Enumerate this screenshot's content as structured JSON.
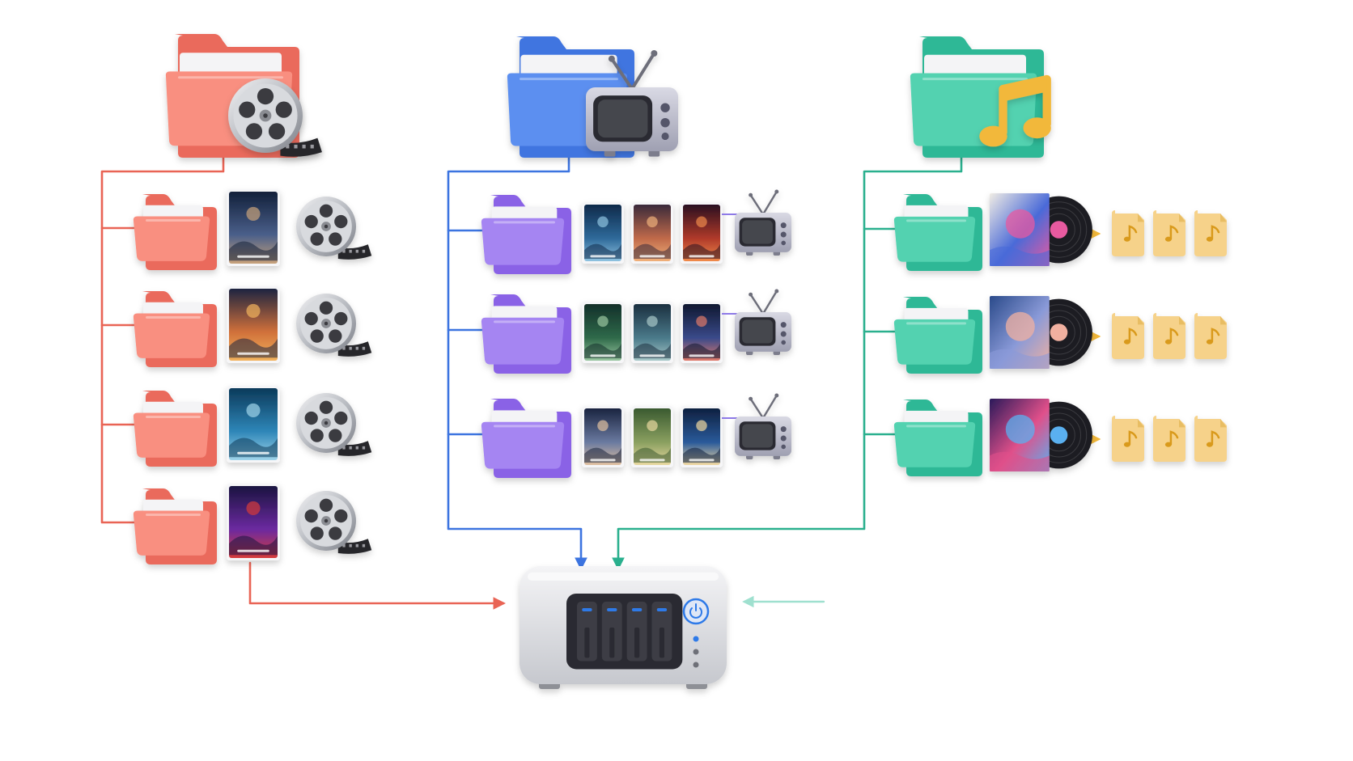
{
  "columns": [
    {
      "id": "movies",
      "folder_icon": "film-reel-icon",
      "colors": {
        "folder_back": "#ea6a5c",
        "folder_front": "#f98f80",
        "connector": "#e96455"
      },
      "rows": [
        {
          "folder": "folder-icon",
          "items": [
            {
              "kind": "poster",
              "name": "astronaut-poster-icon",
              "palette": [
                "#12203a",
                "#4a5f8a",
                "#c8a27a"
              ]
            },
            {
              "kind": "reel",
              "name": "film-reel-icon"
            }
          ]
        },
        {
          "folder": "folder-icon",
          "items": [
            {
              "kind": "poster",
              "name": "desert-sunset-poster-icon",
              "palette": [
                "#1d2440",
                "#d0703a",
                "#f2b35c"
              ]
            },
            {
              "kind": "reel",
              "name": "film-reel-icon"
            }
          ]
        },
        {
          "folder": "folder-icon",
          "items": [
            {
              "kind": "poster",
              "name": "shark-poster-icon",
              "palette": [
                "#0c3a5a",
                "#2e86b8",
                "#9fd4ea"
              ]
            },
            {
              "kind": "reel",
              "name": "film-reel-icon"
            }
          ]
        },
        {
          "folder": "folder-icon",
          "items": [
            {
              "kind": "poster",
              "name": "superhero-poster-icon",
              "palette": [
                "#1a1440",
                "#6b2aa0",
                "#d63b3b"
              ]
            },
            {
              "kind": "reel",
              "name": "film-reel-icon"
            }
          ]
        }
      ]
    },
    {
      "id": "tv-shows",
      "folder_icon": "television-icon",
      "colors": {
        "folder_back": "#3f74e0",
        "folder_front": "#5b8ff0",
        "connector": "#3c74e0",
        "subfolder_back": "#8a62e6",
        "subfolder_front": "#a585f2"
      },
      "rows": [
        {
          "folder": "folder-icon",
          "items": [
            {
              "kind": "poster",
              "name": "planet-landscape-poster-icon",
              "palette": [
                "#0f2a4a",
                "#2f6a9a",
                "#8fc3e0"
              ]
            },
            {
              "kind": "poster",
              "name": "lone-figure-poster-icon",
              "palette": [
                "#3a2a3a",
                "#c06a4a",
                "#f0b07a"
              ]
            },
            {
              "kind": "poster",
              "name": "red-sky-poster-icon",
              "palette": [
                "#2a1020",
                "#b03a2a",
                "#f08a4a"
              ]
            },
            {
              "kind": "tv",
              "name": "television-icon"
            }
          ]
        },
        {
          "folder": "folder-icon",
          "items": [
            {
              "kind": "poster",
              "name": "forest-poster-icon",
              "palette": [
                "#13302a",
                "#2f6a4a",
                "#9ac6a0"
              ]
            },
            {
              "kind": "poster",
              "name": "two-figures-poster-icon",
              "palette": [
                "#1c3040",
                "#4a7a8a",
                "#a8c8c8"
              ]
            },
            {
              "kind": "poster",
              "name": "spaceship-poster-icon",
              "palette": [
                "#101830",
                "#3a4a8a",
                "#e07a6a"
              ]
            },
            {
              "kind": "tv",
              "name": "television-icon"
            }
          ]
        },
        {
          "folder": "folder-icon",
          "items": [
            {
              "kind": "poster",
              "name": "mountain-poster-icon",
              "palette": [
                "#1a2440",
                "#6a7aa0",
                "#e0c0a0"
              ]
            },
            {
              "kind": "poster",
              "name": "tree-poster-icon",
              "palette": [
                "#3a5a30",
                "#8aa060",
                "#e8d8a0"
              ]
            },
            {
              "kind": "poster",
              "name": "lighthouse-poster-icon",
              "palette": [
                "#0e2040",
                "#2a5a9a",
                "#f0d8a0"
              ]
            },
            {
              "kind": "tv",
              "name": "television-icon"
            }
          ]
        }
      ]
    },
    {
      "id": "music",
      "folder_icon": "music-note-icon",
      "colors": {
        "folder_back": "#2fb896",
        "folder_front": "#52d2b0",
        "connector": "#2ab08e",
        "note": "#f2b83a",
        "track": "#f6d28a"
      },
      "rows": [
        {
          "folder": "folder-icon",
          "items": [
            {
              "kind": "album",
              "name": "album-art-head-icon",
              "palette": [
                "#f0ece4",
                "#4a6ad8",
                "#e85aa0"
              ]
            },
            {
              "kind": "tracks",
              "name": "music-file-icon",
              "count": 3
            }
          ]
        },
        {
          "folder": "folder-icon",
          "items": [
            {
              "kind": "album",
              "name": "album-art-lake-icon",
              "palette": [
                "#2a4a8a",
                "#8a9ad8",
                "#f0b0a0"
              ]
            },
            {
              "kind": "tracks",
              "name": "music-file-icon",
              "count": 3
            }
          ]
        },
        {
          "folder": "folder-icon",
          "items": [
            {
              "kind": "album",
              "name": "album-art-tree-icon",
              "palette": [
                "#2a1a5a",
                "#e0508a",
                "#5ab0f0"
              ]
            },
            {
              "kind": "tracks",
              "name": "music-file-icon",
              "count": 3
            }
          ]
        }
      ]
    }
  ],
  "storage": {
    "name": "nas-server-icon",
    "drive_bays": 4,
    "status_color": "#2f7ae8"
  }
}
